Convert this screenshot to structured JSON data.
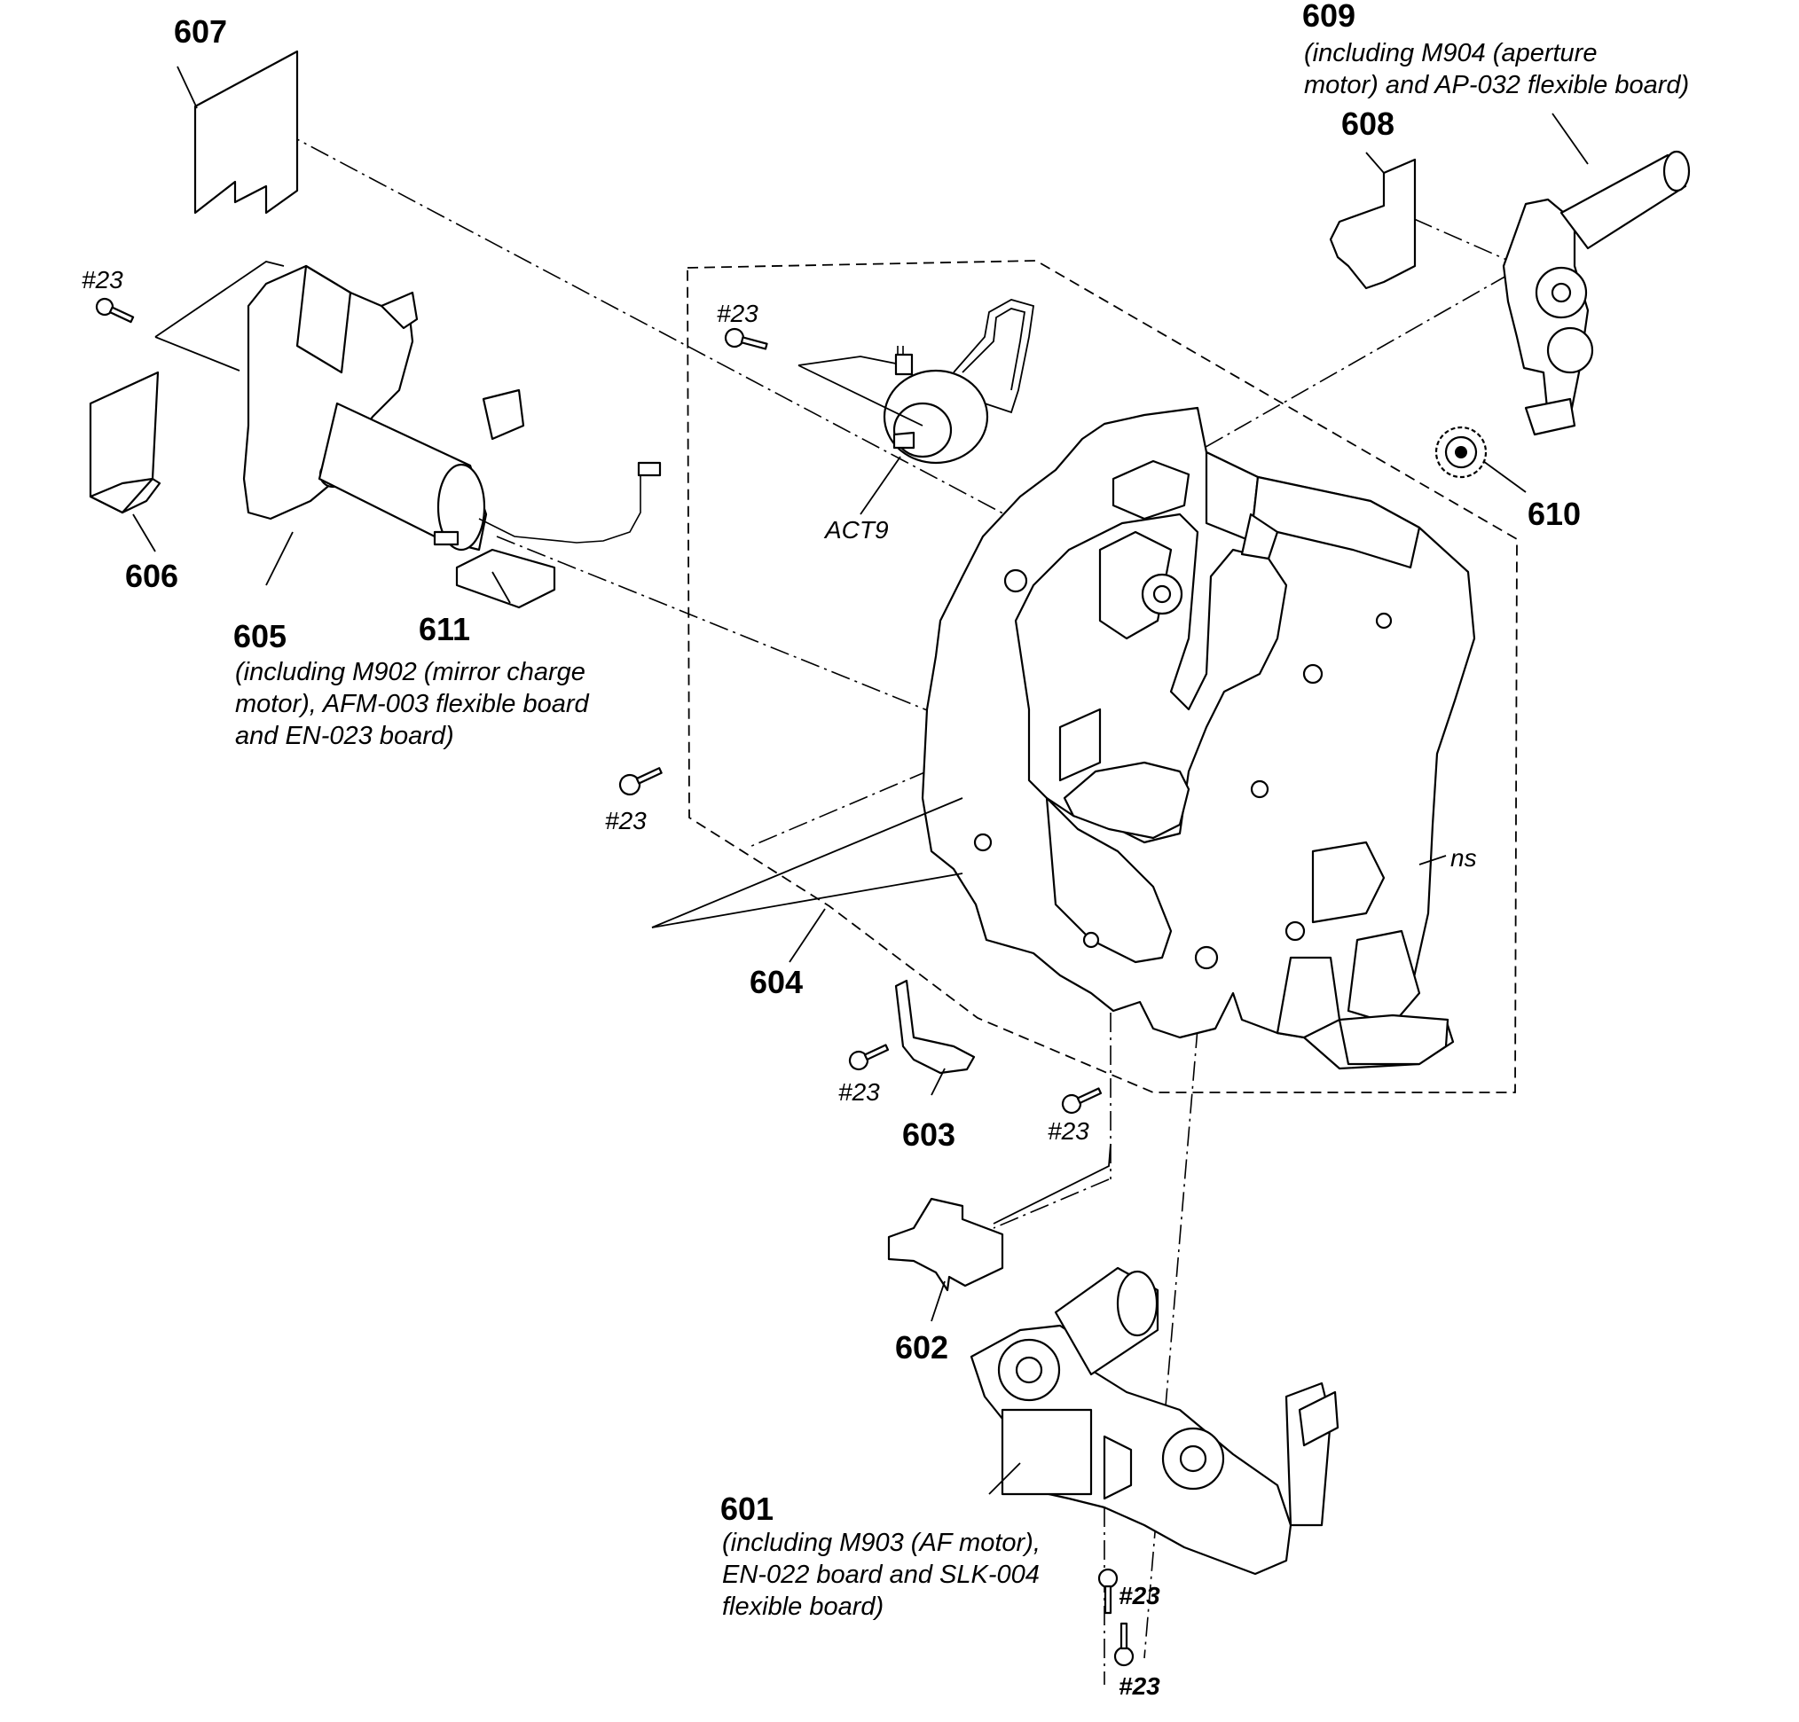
{
  "labels": {
    "p601": "601",
    "p601_note": [
      "(including M903 (AF motor),",
      "EN-022 board and SLK-004",
      "flexible board)"
    ],
    "p602": "602",
    "p603": "603",
    "p604": "604",
    "p605": "605",
    "p605_note": [
      "(including M902 (mirror charge",
      "motor), AFM-003 flexible board",
      "and EN-023 board)"
    ],
    "p606": "606",
    "p607": "607",
    "p608": "608",
    "p609": "609",
    "p609_note": [
      "(including M904 (aperture",
      "motor) and AP-032 flexible board)"
    ],
    "p610": "610",
    "p611": "611",
    "act9": "ACT9",
    "ns": "ns",
    "screw": "#23"
  }
}
